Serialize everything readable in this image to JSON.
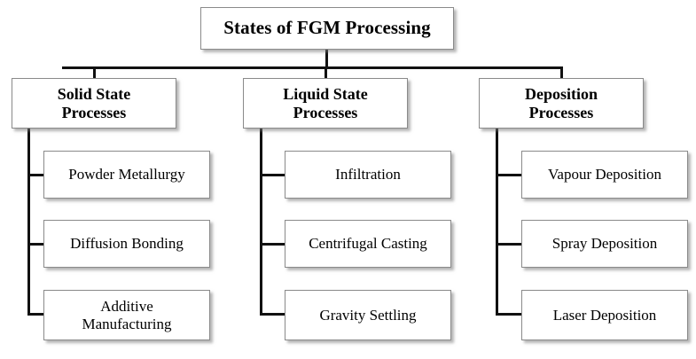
{
  "diagram": {
    "type": "hierarchy-tree",
    "title": "States of FGM Processing",
    "root": {
      "label": "States of FGM Processing"
    },
    "branches": [
      {
        "label": "Solid State\nProcesses",
        "children": [
          {
            "label": "Powder Metallurgy"
          },
          {
            "label": "Diffusion Bonding"
          },
          {
            "label": "Additive\nManufacturing"
          }
        ]
      },
      {
        "label": "Liquid State\nProcesses",
        "children": [
          {
            "label": "Infiltration"
          },
          {
            "label": "Centrifugal Casting"
          },
          {
            "label": "Gravity Settling"
          }
        ]
      },
      {
        "label": "Deposition\nProcesses",
        "children": [
          {
            "label": "Vapour Deposition"
          },
          {
            "label": "Spray Deposition"
          },
          {
            "label": "Laser Deposition"
          }
        ]
      }
    ],
    "colors": {
      "background": "#ffffff",
      "box_fill": "#ffffff",
      "box_border": "#8a8a8a",
      "connector": "#111111",
      "text": "#000000",
      "shadow": "#787878"
    }
  }
}
